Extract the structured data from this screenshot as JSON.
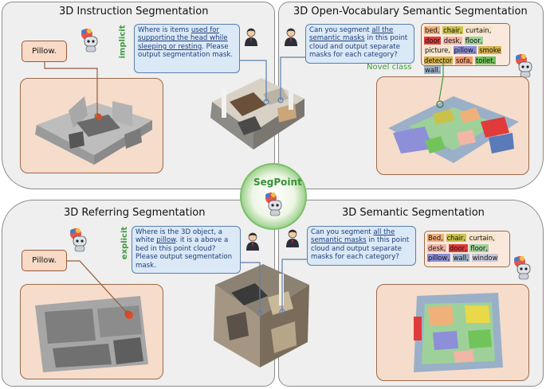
{
  "quadrants": {
    "instruction": {
      "title": "3D Instruction Segmentation",
      "side_label": "implicit",
      "query_parts": [
        "Where is items ",
        "used for supporting the head while sleeping or resting",
        ". Please output segmentation mask."
      ],
      "answer": "Pillow."
    },
    "open_vocab": {
      "title": "3D Open-Vocabulary Semantic Segmentation",
      "query_parts": [
        "Can you segment ",
        "all the semantic masks",
        " in this point cloud and output separate masks for each category?"
      ],
      "novel_label": "Novel class",
      "categories": [
        {
          "text": "bed,",
          "color": "#f0b07a"
        },
        {
          "text": "chair,",
          "color": "#c9c24a"
        },
        {
          "text": "curtain,",
          "color": "#f4e3c7"
        },
        {
          "text": "door",
          "color": "#e03a3a"
        },
        {
          "text": "desk,",
          "color": "#f2b6a6"
        },
        {
          "text": "floor,",
          "color": "#9ed19a"
        },
        {
          "text": "picture,",
          "color": "#f4e3c7"
        },
        {
          "text": "pillow,",
          "color": "#8d8fd8"
        },
        {
          "text": "smoke detector",
          "color": "#d7b24a"
        },
        {
          "text": "sofa,",
          "color": "#f29a6a"
        },
        {
          "text": "toilet,",
          "color": "#72c45a"
        },
        {
          "text": "wall.",
          "color": "#9ab0c8"
        }
      ]
    },
    "referring": {
      "title": "3D Referring Segmentation",
      "side_label": "explicit",
      "query_parts": [
        "Where is the 3D object, a white ",
        "pillow",
        ". it is a above a bed in this point cloud? Please output segmentation mask."
      ],
      "answer": "Pillow."
    },
    "semantic": {
      "title": "3D Semantic Segmentation",
      "query_parts": [
        "Can you segment ",
        "all the semantic masks",
        " in this point cloud and output separate masks for each category?"
      ],
      "categories": [
        {
          "text": "Bed,",
          "color": "#f0b07a"
        },
        {
          "text": "chair,",
          "color": "#c9c24a"
        },
        {
          "text": "curtain,",
          "color": "#f4e3c7"
        },
        {
          "text": "desk,",
          "color": "#f2b6a6"
        },
        {
          "text": "door,",
          "color": "#e03a3a"
        },
        {
          "text": "floor,",
          "color": "#9ed19a"
        },
        {
          "text": "pillow,",
          "color": "#8d8fd8"
        },
        {
          "text": "wall,",
          "color": "#9ab0c8"
        },
        {
          "text": "window",
          "color": "#c8c8dc"
        }
      ]
    }
  },
  "center": {
    "title": "SegPoint"
  },
  "icons": [
    "robot-icon",
    "user-icon"
  ]
}
